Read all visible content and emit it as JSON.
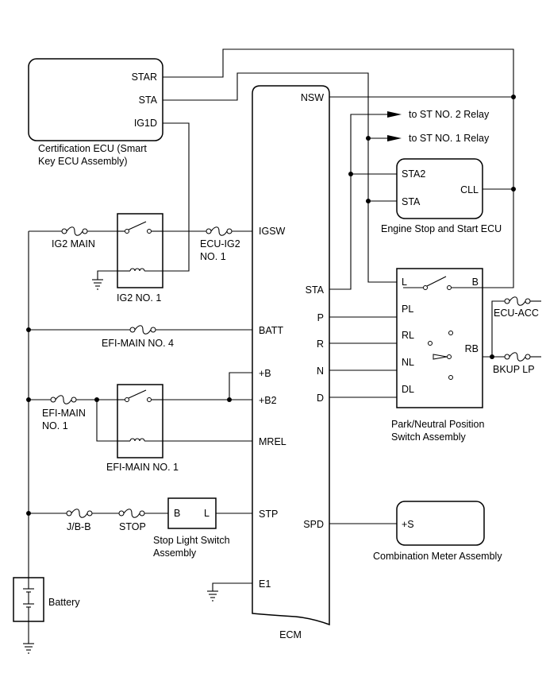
{
  "components": {
    "cert_ecu": {
      "name_line1": "Certification ECU (Smart",
      "name_line2": "Key ECU Assembly)",
      "pins": [
        "STAR",
        "STA",
        "IG1D"
      ]
    },
    "ecm": {
      "name": "ECM",
      "pins": [
        "NSW",
        "IGSW",
        "STA",
        "BATT",
        "P",
        "R",
        "N",
        "+B",
        "+B2",
        "D",
        "MREL",
        "STP",
        "SPD",
        "E1"
      ]
    },
    "engine_stop_start_ecu": {
      "name": "Engine Stop and Start ECU",
      "pins": [
        "STA2",
        "STA",
        "CLL"
      ]
    },
    "park_neutral_switch": {
      "name_line1": "Park/Neutral Position",
      "name_line2": "Switch Assembly",
      "pins": [
        "L",
        "B",
        "PL",
        "RL",
        "RB",
        "NL",
        "DL"
      ]
    },
    "stop_light_switch": {
      "name_line1": "Stop Light Switch",
      "name_line2": "Assembly",
      "pins": [
        "B",
        "L"
      ]
    },
    "combination_meter": {
      "name": "Combination Meter Assembly",
      "pins": [
        "+S"
      ]
    },
    "battery": {
      "name": "Battery"
    }
  },
  "relays": {
    "ig2_no1": "IG2 NO. 1",
    "efi_main_no1": "EFI-MAIN NO. 1"
  },
  "fuses": {
    "ig2_main": "IG2 MAIN",
    "ecu_ig2_line1": "ECU-IG2",
    "ecu_ig2_line2": "NO. 1",
    "efi_main_no4": "EFI-MAIN NO. 4",
    "efi_main_line1": "EFI-MAIN",
    "efi_main_line2": "NO. 1",
    "jb_b": "J/B-B",
    "stop": "STOP",
    "ecu_acc": "ECU-ACC",
    "bkup_lp": "BKUP LP"
  },
  "arrows": {
    "st_no2": "to ST NO. 2 Relay",
    "st_no1": "to ST NO. 1 Relay"
  }
}
